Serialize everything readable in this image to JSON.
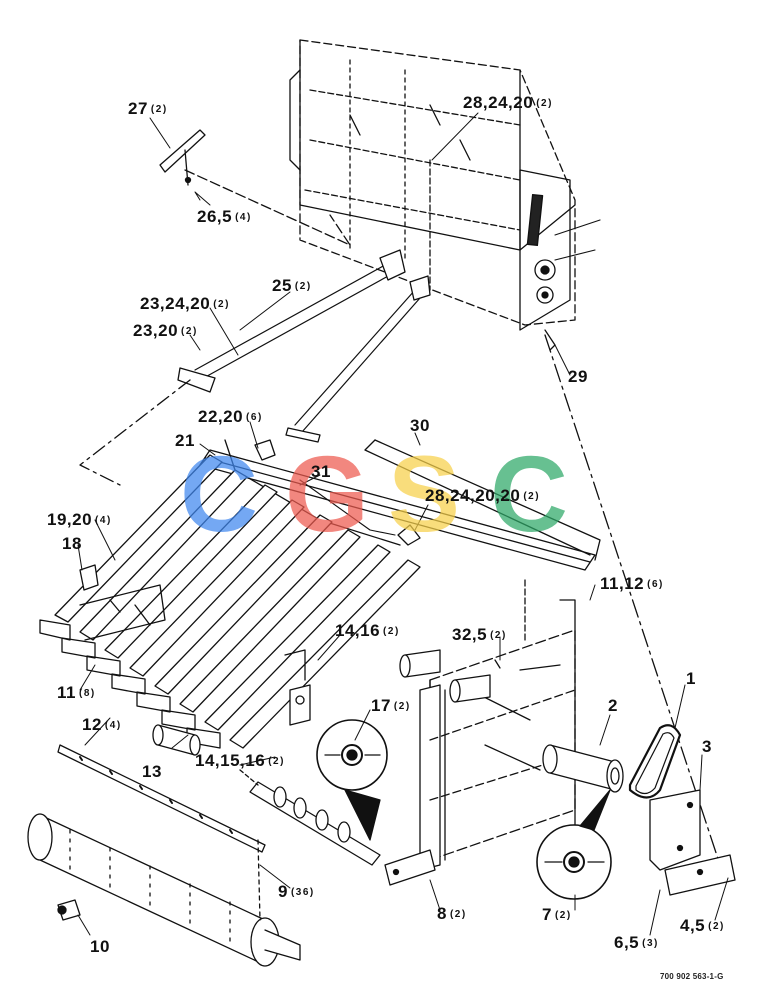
{
  "watermark": [
    {
      "char": "C",
      "color": "#3f87ef"
    },
    {
      "char": "G",
      "color": "#ee5a4f"
    },
    {
      "char": "S",
      "color": "#f7d04a"
    },
    {
      "char": "C",
      "color": "#2ea868"
    }
  ],
  "callouts": {
    "c27": {
      "num": "27",
      "qty": "(2)"
    },
    "c28a": {
      "num": "28,24,20",
      "qty": "(2)"
    },
    "c26": {
      "num": "26,5",
      "qty": "(4)"
    },
    "c25": {
      "num": "25",
      "qty": "(2)"
    },
    "c23a": {
      "num": "23,24,20",
      "qty": "(2)"
    },
    "c23b": {
      "num": "23,20",
      "qty": "(2)"
    },
    "c29": {
      "num": "29"
    },
    "c22": {
      "num": "22,20",
      "qty": "(6)"
    },
    "c30": {
      "num": "30"
    },
    "c21": {
      "num": "21"
    },
    "c31": {
      "num": "31"
    },
    "c28b": {
      "num": "28,24,20,20",
      "qty": "(2)"
    },
    "c19": {
      "num": "19,20",
      "qty": "(4)"
    },
    "c18": {
      "num": "18"
    },
    "c11b": {
      "num": "11,12",
      "qty": "(6)"
    },
    "c14a": {
      "num": "14,16",
      "qty": "(2)"
    },
    "c32": {
      "num": "32,5",
      "qty": "(2)"
    },
    "c11a": {
      "num": "11",
      "qty": "(8)"
    },
    "c1": {
      "num": "1"
    },
    "c17": {
      "num": "17",
      "qty": "(2)"
    },
    "c2": {
      "num": "2"
    },
    "c12": {
      "num": "12",
      "qty": "(4)"
    },
    "c3": {
      "num": "3"
    },
    "c13": {
      "num": "13"
    },
    "c14b": {
      "num": "14,15,16",
      "qty": "(2)"
    },
    "c9": {
      "num": "9",
      "qty": "(36)"
    },
    "c8": {
      "num": "8",
      "qty": "(2)"
    },
    "c7": {
      "num": "7",
      "qty": "(2)"
    },
    "c4": {
      "num": "4,5",
      "qty": "(2)"
    },
    "c10": {
      "num": "10"
    },
    "c6": {
      "num": "6,5",
      "qty": "(3)"
    }
  },
  "drawing_ref": "700 902 563-1-G"
}
